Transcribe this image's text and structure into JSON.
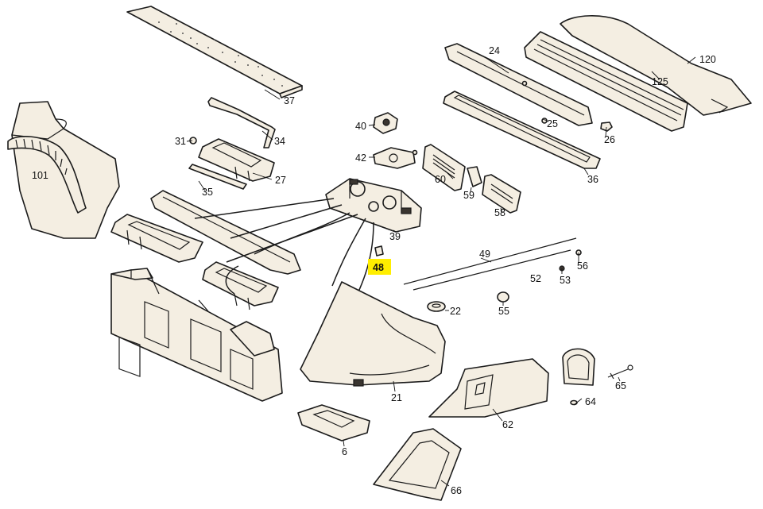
{
  "highlight_color": "#ffee00",
  "callouts": {
    "p37": "37",
    "p34": "34",
    "p31": "31",
    "p27": "27",
    "p35": "35",
    "p101": "101",
    "p40": "40",
    "p42": "42",
    "p39": "39",
    "p48": "48",
    "p24": "24",
    "p25": "25",
    "p26": "26",
    "p36": "36",
    "p125": "125",
    "p120": "120",
    "p60": "60",
    "p59": "59",
    "p58": "58",
    "p49": "49",
    "p56": "56",
    "p52": "52",
    "p53": "53",
    "p22": "22",
    "p55": "55",
    "p21": "21",
    "p6": "6",
    "p62": "62",
    "p64": "64",
    "p65": "65",
    "p66": "66"
  },
  "highlighted_callout": "48"
}
